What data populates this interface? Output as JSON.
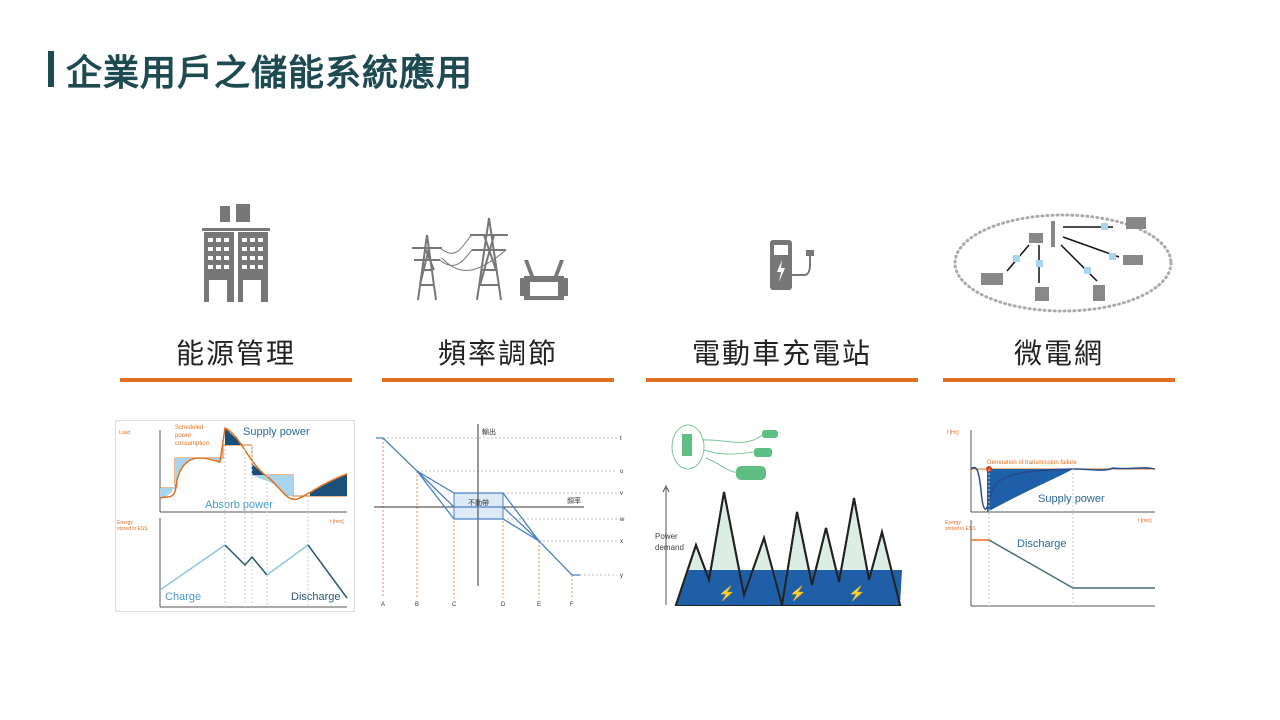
{
  "title": "企業用戶之儲能系統應用",
  "columns": [
    {
      "heading": "能源管理",
      "icon": "solar-building-icon"
    },
    {
      "heading": "頻率調節",
      "icon": "power-tower-icon"
    },
    {
      "heading": "電動車充電站",
      "icon": "ev-charger-icon"
    },
    {
      "heading": "微電網",
      "icon": "microgrid-icon"
    }
  ],
  "chart1": {
    "ylabel_top": "Load",
    "scheduled": [
      "Scheduled",
      "power",
      "consumption"
    ],
    "supply": "Supply power",
    "absorb": "Absorb power",
    "xlabel": "t [min]",
    "ylabel_bottom": [
      "Energy",
      "stored in ESS"
    ],
    "charge": "Charge",
    "discharge": "Discharge"
  },
  "chart2": {
    "yaxis": "輸出",
    "xaxis": "頻率",
    "deadband": "不動帶",
    "levels": [
      "t",
      "u",
      "v",
      "w",
      "x",
      "y"
    ],
    "points": [
      "A",
      "B",
      "C",
      "D",
      "E",
      "F"
    ]
  },
  "chart3": {
    "ylabel": [
      "Power",
      "demand"
    ]
  },
  "chart4": {
    "ylabel_top": "f [Hz]",
    "failure": "Generation of transmission failure",
    "supply": "Supply power",
    "xlabel": "t [min]",
    "ylabel_bottom": [
      "Energy",
      "stored in ESS"
    ],
    "discharge": "Discharge"
  },
  "colors": {
    "title": "#1e4a52",
    "accent": "#e07020",
    "blue": "#1f5fa8",
    "icon": "#777777"
  }
}
